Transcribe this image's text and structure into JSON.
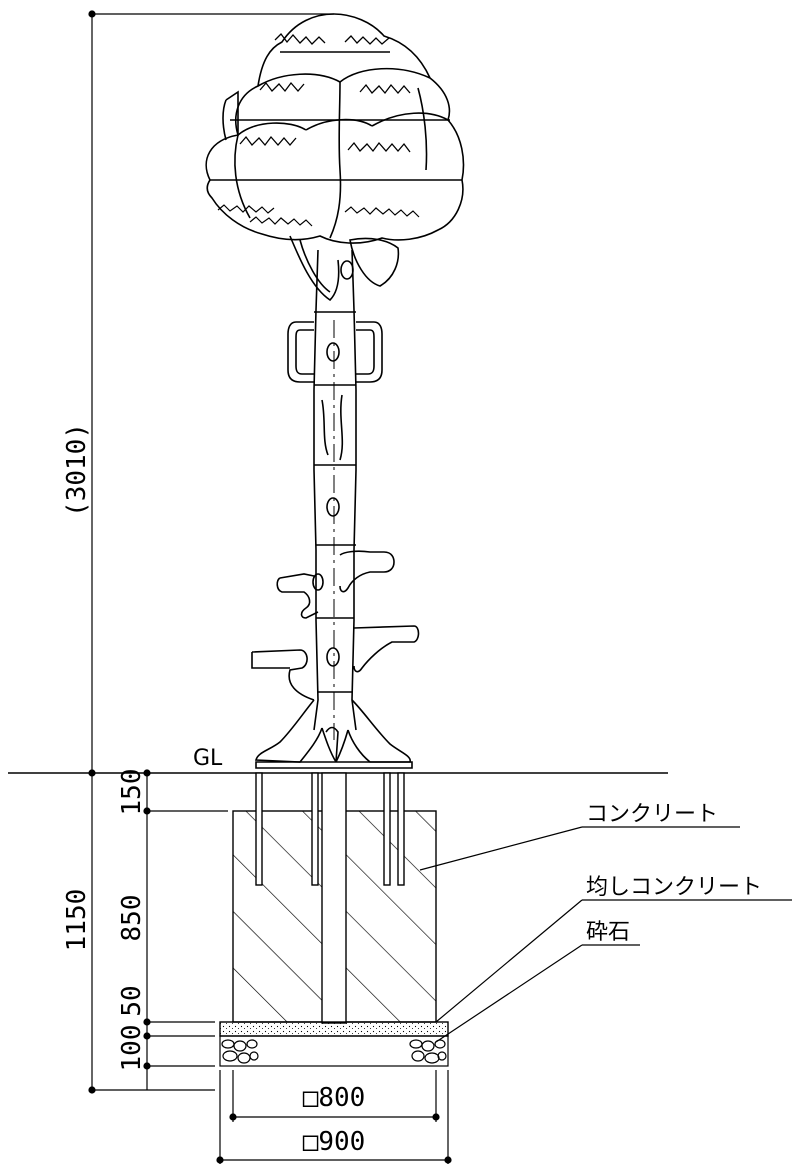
{
  "dimensions": {
    "overall_height": "(3010)",
    "foundation_depth": "1150",
    "top_clearance": "150",
    "concrete_depth": "850",
    "leveling_concrete": "50",
    "gravel": "100",
    "inner_width": "□800",
    "outer_width": "□900"
  },
  "labels": {
    "ground_line": "GL",
    "concrete": "コンクリート",
    "leveling_concrete": "均しコンクリート",
    "gravel": "砕石"
  }
}
